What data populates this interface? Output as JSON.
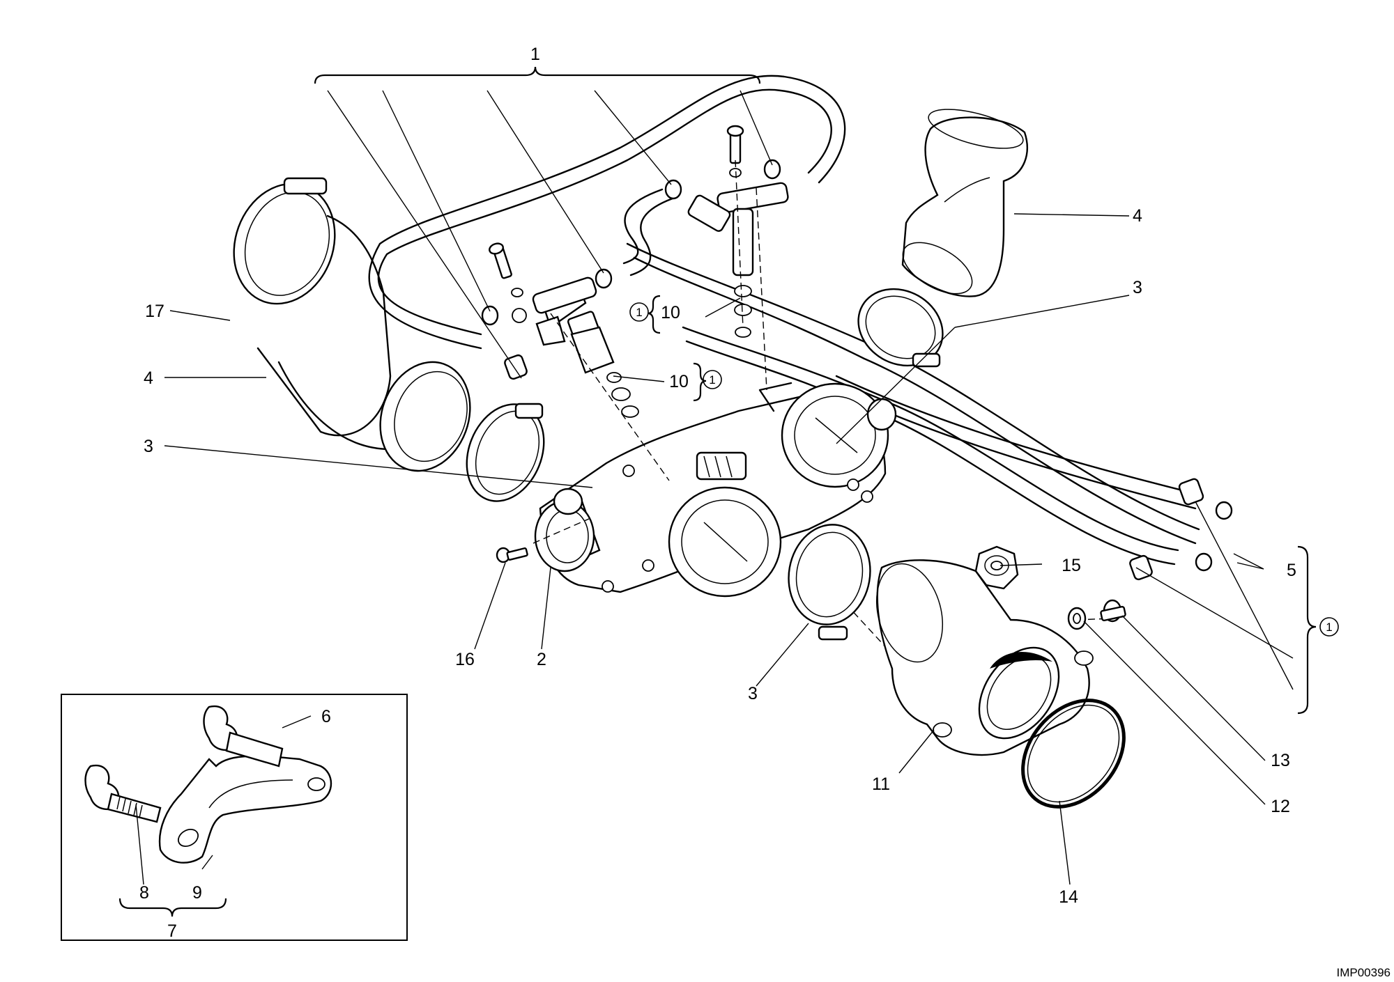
{
  "drawing_code": "IMP00396",
  "callouts": {
    "n1_top": "1",
    "n17": "17",
    "n4_left": "4",
    "n3_left": "3",
    "n4_right": "4",
    "n3_right": "3",
    "n10_upper": "10",
    "n10_lower": "10",
    "c1_upper": "1",
    "c1_lower": "1",
    "n15": "15",
    "n5": "5",
    "c1_right": "1",
    "n16": "16",
    "n2": "2",
    "n3_bottom": "3",
    "n11": "11",
    "n13": "13",
    "n12": "12",
    "n14": "14",
    "n6": "6",
    "n8": "8",
    "n9": "9",
    "n7": "7"
  }
}
